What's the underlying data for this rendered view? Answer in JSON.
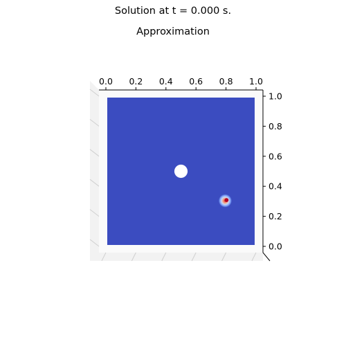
{
  "figure": {
    "title": "Solution at t = 0.000 s."
  },
  "chart_data": {
    "type": "heatmap",
    "title": "Approximation",
    "x_ticks": [
      "0.0",
      "0.2",
      "0.4",
      "0.6",
      "0.8",
      "1.0"
    ],
    "y_ticks": [
      "0.0",
      "0.2",
      "0.4",
      "0.6",
      "0.8",
      "1.0"
    ],
    "x_range": [
      0,
      1
    ],
    "y_range": [
      0,
      1
    ],
    "colormap": "coolwarm",
    "field_base_color": "#3b4cc0",
    "hole": {
      "center": [
        0.5,
        0.5
      ],
      "radius": 0.045,
      "color": "#ffffff"
    },
    "peak": {
      "center": [
        0.8,
        0.3
      ],
      "radius": 0.045
    },
    "grid": true
  }
}
